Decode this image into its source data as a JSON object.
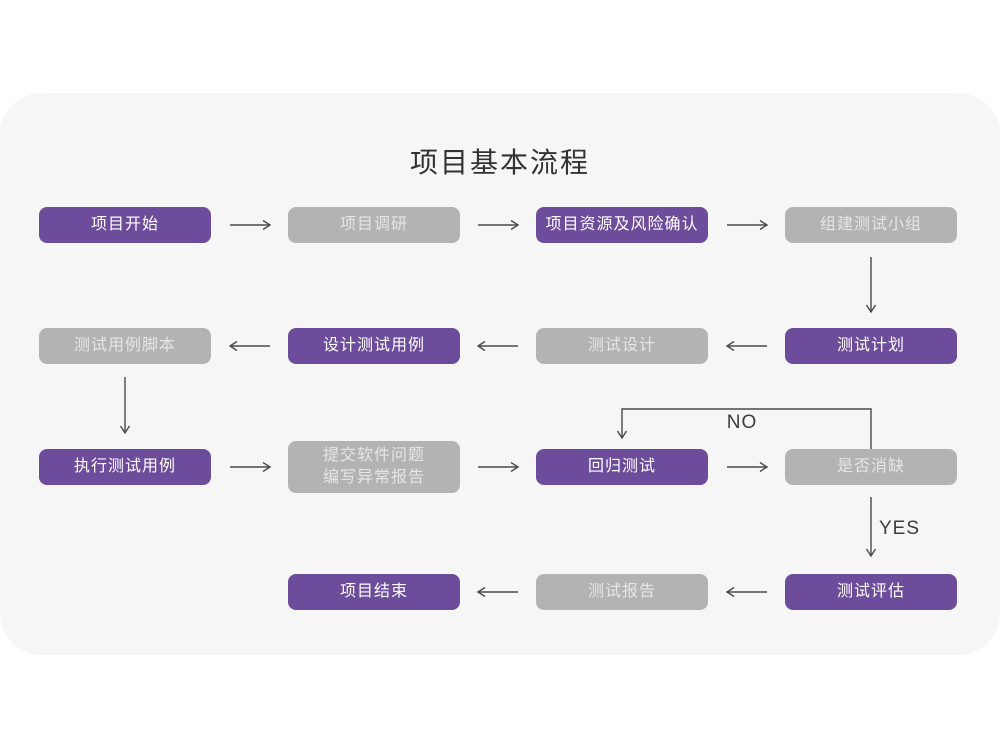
{
  "title": "项目基本流程",
  "colors": {
    "purple": "#6d4c9b",
    "gray_box": "#b4b3b4",
    "card_bg": "#f6f6f7",
    "arrow": "#4a4a4a",
    "text_on_purple": "#ffffff",
    "text_on_gray": "#e6e5e7",
    "title_color": "#333333",
    "label_color": "#3d3d3d"
  },
  "flow": {
    "nodes": [
      {
        "id": "project-start",
        "label": "项目开始",
        "variant": "purple"
      },
      {
        "id": "project-research",
        "label": "项目调研",
        "variant": "gray"
      },
      {
        "id": "resource-risk-confirm",
        "label": "项目资源及风险确认",
        "variant": "purple"
      },
      {
        "id": "build-test-team",
        "label": "组建测试小组",
        "variant": "gray"
      },
      {
        "id": "test-plan",
        "label": "测试计划",
        "variant": "purple"
      },
      {
        "id": "test-design",
        "label": "测试设计",
        "variant": "gray"
      },
      {
        "id": "design-test-cases",
        "label": "设计测试用例",
        "variant": "purple"
      },
      {
        "id": "test-case-script",
        "label": "测试用例脚本",
        "variant": "gray"
      },
      {
        "id": "execute-test-cases",
        "label": "执行测试用例",
        "variant": "purple"
      },
      {
        "id": "submit-issues",
        "label": "提交软件问题\n编写异常报告",
        "variant": "gray"
      },
      {
        "id": "regression-test",
        "label": "回归测试",
        "variant": "purple"
      },
      {
        "id": "defect-resolved",
        "label": "是否消缺",
        "variant": "gray"
      },
      {
        "id": "test-evaluation",
        "label": "测试评估",
        "variant": "purple"
      },
      {
        "id": "test-report",
        "label": "测试报告",
        "variant": "gray"
      },
      {
        "id": "project-end",
        "label": "项目结束",
        "variant": "purple"
      }
    ],
    "edge_labels": {
      "no": "NO",
      "yes": "YES"
    }
  }
}
